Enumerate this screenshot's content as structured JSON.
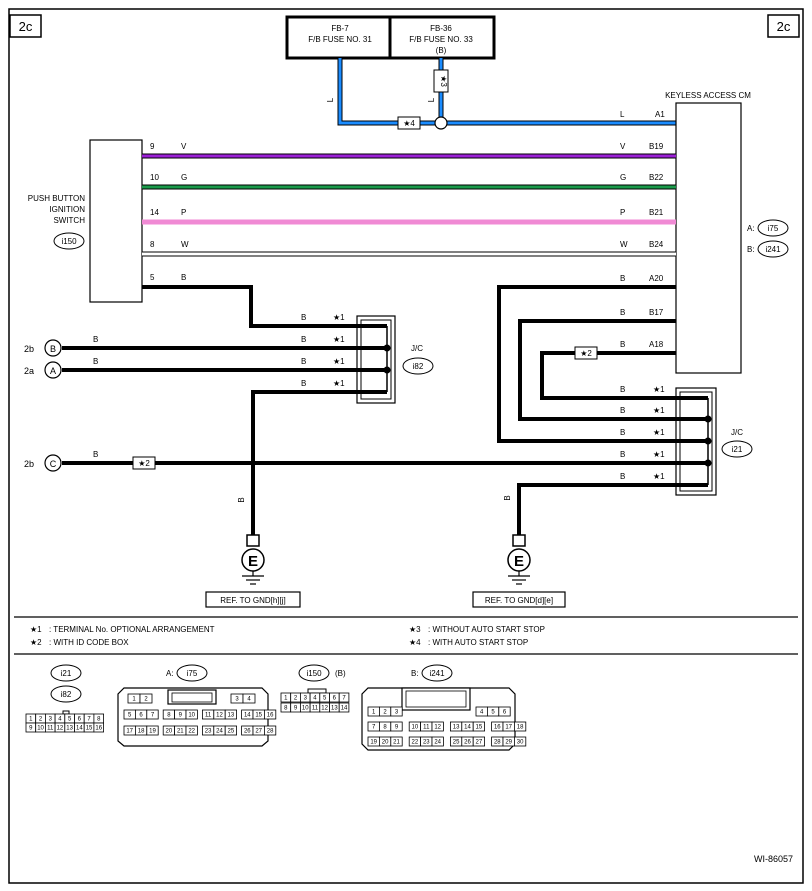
{
  "page_tag_left": "2c",
  "page_tag_right": "2c",
  "fuses": [
    {
      "id": "FB-7",
      "name": "F/B FUSE NO. 31",
      "sub": ""
    },
    {
      "id": "FB-36",
      "name": "F/B FUSE NO. 33",
      "sub": "(B)"
    }
  ],
  "cm": {
    "title": "KEYLESS ACCESS CM",
    "conn_a": "A:",
    "conn_a_id": "i75",
    "conn_b": "B:",
    "conn_b_id": "i241"
  },
  "switch": {
    "title_lines": [
      "PUSH BUTTON",
      "IGNITION",
      "SWITCH"
    ],
    "conn": "i150"
  },
  "wire_colors": {
    "L": "#1a8cff",
    "V": "#9b1fd6",
    "G": "#1a9a4a",
    "P": "#f08ad4",
    "W": "#ffffff",
    "B": "#000000"
  },
  "switch_wires": [
    {
      "pin": "9",
      "color": "V",
      "cm_color": "V",
      "cm_pin": "B19"
    },
    {
      "pin": "10",
      "color": "G",
      "cm_color": "G",
      "cm_pin": "B22"
    },
    {
      "pin": "14",
      "color": "P",
      "cm_color": "P",
      "cm_pin": "B21"
    },
    {
      "pin": "8",
      "color": "W",
      "cm_color": "W",
      "cm_pin": "B24"
    },
    {
      "pin": "5",
      "color": "B"
    }
  ],
  "fuse_wire": {
    "left_color": "L",
    "right_color": "L",
    "cm_color": "L",
    "cm_pin": "A1",
    "mark_v": "★3",
    "mark_h": "★4"
  },
  "cm_ground_pins": [
    {
      "color": "B",
      "pin": "A20"
    },
    {
      "color": "B",
      "pin": "B17"
    },
    {
      "color": "B",
      "pin": "A18",
      "mark": "★2"
    }
  ],
  "jc_left": {
    "label": "J/C",
    "id": "i82",
    "rows": [
      {
        "color": "B",
        "mark": "★1"
      },
      {
        "color": "B",
        "mark": "★1"
      },
      {
        "color": "B",
        "mark": "★1"
      },
      {
        "color": "B",
        "mark": "★1"
      }
    ]
  },
  "jc_right": {
    "label": "J/C",
    "id": "i21",
    "rows": [
      {
        "color": "B",
        "mark": "★1"
      },
      {
        "color": "B",
        "mark": "★1"
      },
      {
        "color": "B",
        "mark": "★1"
      },
      {
        "color": "B",
        "mark": "★1"
      },
      {
        "color": "B",
        "mark": "★1"
      }
    ]
  },
  "refs": [
    {
      "page": "2b",
      "letter": "B",
      "color": "B"
    },
    {
      "page": "2a",
      "letter": "A",
      "color": "B"
    },
    {
      "page": "2b",
      "letter": "C",
      "color": "B",
      "mark": "★2"
    }
  ],
  "grounds": [
    {
      "symbol": "E",
      "color": "B",
      "ref": "REF. TO GND[h][j]"
    },
    {
      "symbol": "E",
      "color": "B",
      "ref": "REF. TO GND[d][e]"
    }
  ],
  "notes": [
    {
      "mark": "★1",
      "text": ": TERMINAL No. OPTIONAL ARRANGEMENT"
    },
    {
      "mark": "★2",
      "text": ": WITH ID CODE BOX"
    },
    {
      "mark": "★3",
      "text": ": WITHOUT AUTO START STOP"
    },
    {
      "mark": "★4",
      "text": ": WITH AUTO START STOP"
    }
  ],
  "connectors": {
    "jc_ids": [
      "i21",
      "i82"
    ],
    "jc_rows": [
      [
        "1",
        "2",
        "3",
        "4",
        "5",
        "6",
        "7",
        "8"
      ],
      [
        "9",
        "10",
        "11",
        "12",
        "13",
        "14",
        "15",
        "16"
      ]
    ],
    "i75_prefix": "A:",
    "i75_id": "i75",
    "i75_rows": [
      [
        "1",
        "2",
        "3",
        "4"
      ],
      [
        "5",
        "6",
        "7",
        "8",
        "9",
        "10",
        "11",
        "12",
        "13",
        "14",
        "15",
        "16"
      ],
      [
        "17",
        "18",
        "19",
        "20",
        "21",
        "22",
        "23",
        "24",
        "25",
        "26",
        "27",
        "28"
      ]
    ],
    "i150_id": "i150",
    "i150_suffix": "(B)",
    "i150_rows": [
      [
        "1",
        "2",
        "3",
        "4",
        "5",
        "6",
        "7"
      ],
      [
        "8",
        "9",
        "10",
        "11",
        "12",
        "13",
        "14"
      ]
    ],
    "i241_prefix": "B:",
    "i241_id": "i241",
    "i241_rows": [
      [
        "1",
        "2",
        "3",
        "4",
        "5",
        "6"
      ],
      [
        "7",
        "8",
        "9",
        "10",
        "11",
        "12",
        "13",
        "14",
        "15",
        "16",
        "17",
        "18"
      ],
      [
        "19",
        "20",
        "21",
        "22",
        "23",
        "24",
        "25",
        "26",
        "27",
        "28",
        "29",
        "30"
      ]
    ]
  },
  "figure_id": "WI-86057"
}
